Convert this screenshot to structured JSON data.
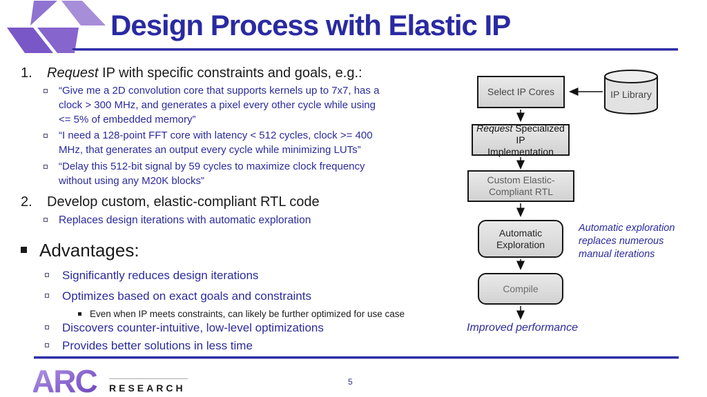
{
  "slide": {
    "title": "Design Process with Elastic IP",
    "page_number": "5"
  },
  "colors": {
    "title_blue": "#2a2aa2",
    "body_blue": "#2b2b9d",
    "rule_blue": "#2e2ea8",
    "box_fill_gray": "#dbdbdb",
    "logo_purple_dark": "#7a57c6",
    "logo_purple_mid": "#8f73d1",
    "logo_purple_light": "#a78ed9"
  },
  "list": {
    "item1": {
      "number": "1.",
      "lead_italic": "Request",
      "lead_rest": " IP with specific constraints and goals, e.g.:",
      "bullets": [
        "“Give me a 2D convolution core that supports kernels up to 7x7, has a\nclock > 300 MHz, and generates a pixel every other cycle while using\n<= 5% of embedded memory”",
        "“I need a 128-point FFT core with latency < 512 cycles, clock >= 400\nMHz, that generates an output every cycle while minimizing LUTs”",
        "“Delay this 512-bit signal by 59 cycles to maximize clock frequency\nwithout using any M20K blocks”"
      ]
    },
    "item2": {
      "number": "2.",
      "text": "Develop custom, elastic-compliant RTL code",
      "bullet": "Replaces design iterations with automatic exploration"
    },
    "advantages": {
      "label": "Advantages:",
      "bullets": [
        "Significantly reduces design iterations",
        "Optimizes based on exact goals and constraints",
        "Discovers counter-intuitive, low-level optimizations",
        "Provides better solutions in less time"
      ],
      "sub_bullet": "Even when IP meets constraints, can likely be further optimized for use case"
    }
  },
  "flowchart": {
    "select_ip": "Select IP Cores",
    "ip_library": "IP Library",
    "request_italic": "Request",
    "request_rest": " Specialized IP",
    "request_line2": "Implementation",
    "custom_rtl": "Custom Elastic-\nCompliant RTL",
    "automatic": "Automatic\nExploration",
    "compile": "Compile",
    "annotation": "Automatic exploration\nreplaces numerous\nmanual iterations",
    "improved": "Improved performance"
  },
  "footer": {
    "logo_text": "ARC",
    "research": "RESEARCH"
  }
}
